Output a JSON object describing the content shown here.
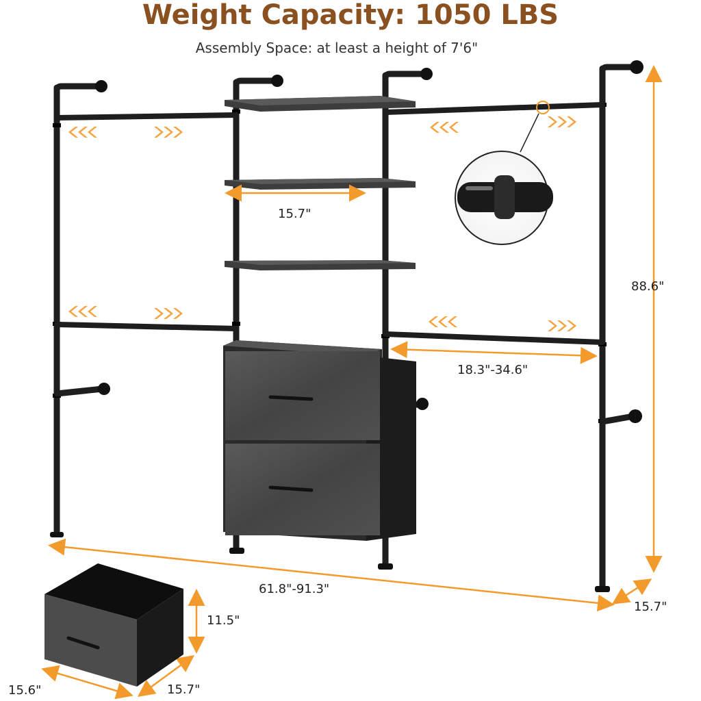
{
  "header": {
    "title": "Weight Capacity: 1050 LBS",
    "subtitle": "Assembly Space: at least a height of 7'6\""
  },
  "dimensions": {
    "shelf_width": "15.7\"",
    "rod_range": "18.3\"-34.6\"",
    "height": "88.6\"",
    "total_width": "61.8\"-91.3\"",
    "depth": "15.7\"",
    "drawer_height": "11.5\"",
    "drawer_width": "15.6\"",
    "drawer_depth": "15.7\""
  },
  "colors": {
    "title": "#8a5020",
    "accent": "#f39a2c",
    "pipe": "#1e1e1e",
    "wood": "#4a4a4a"
  },
  "icons": {
    "adjust_arrows": "chevron-double-arrows",
    "zoom_detail": "pipe-joint-closeup"
  }
}
